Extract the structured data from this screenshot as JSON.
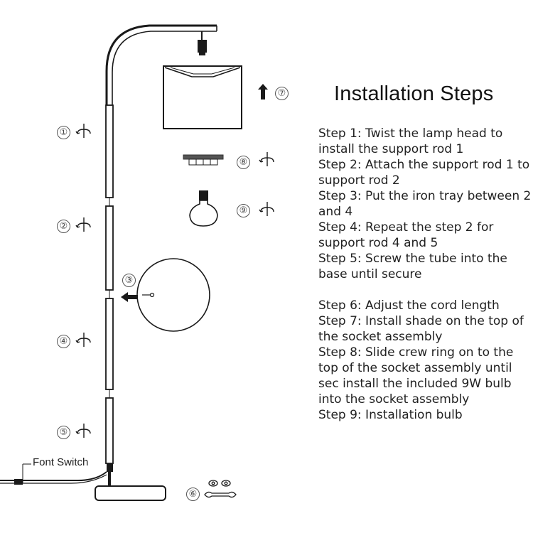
{
  "title": "Installation Steps",
  "switch_label": "Font Switch",
  "callouts": [
    "①",
    "②",
    "③",
    "④",
    "⑤",
    "⑥",
    "⑦",
    "⑧",
    "⑨"
  ],
  "steps": [
    {
      "label": "Step 1:",
      "text": " Twist the lamp head to install the support rod 1"
    },
    {
      "label": "Step 2:",
      "text": " Attach the support rod 1 to support rod 2"
    },
    {
      "label": "Step 3:",
      "text": " Put the iron tray between 2 and 4"
    },
    {
      "label": "Step 4:",
      "text": " Repeat the step 2 for support rod 4 and 5"
    },
    {
      "label": "Step 5:",
      "text": " Screw the tube into the base until secure"
    },
    {
      "label": "Step 6:",
      "text": " Adjust the cord length"
    },
    {
      "label": "Step 7:",
      "text": " Install shade on the top of the socket assembly"
    },
    {
      "label": "Step 8:",
      "text": " Slide crew ring on to the top of the socket assembly until sec install the included 9W bulb into the socket assembly"
    },
    {
      "label": "Step 9:",
      "text": " Installation bulb"
    }
  ]
}
